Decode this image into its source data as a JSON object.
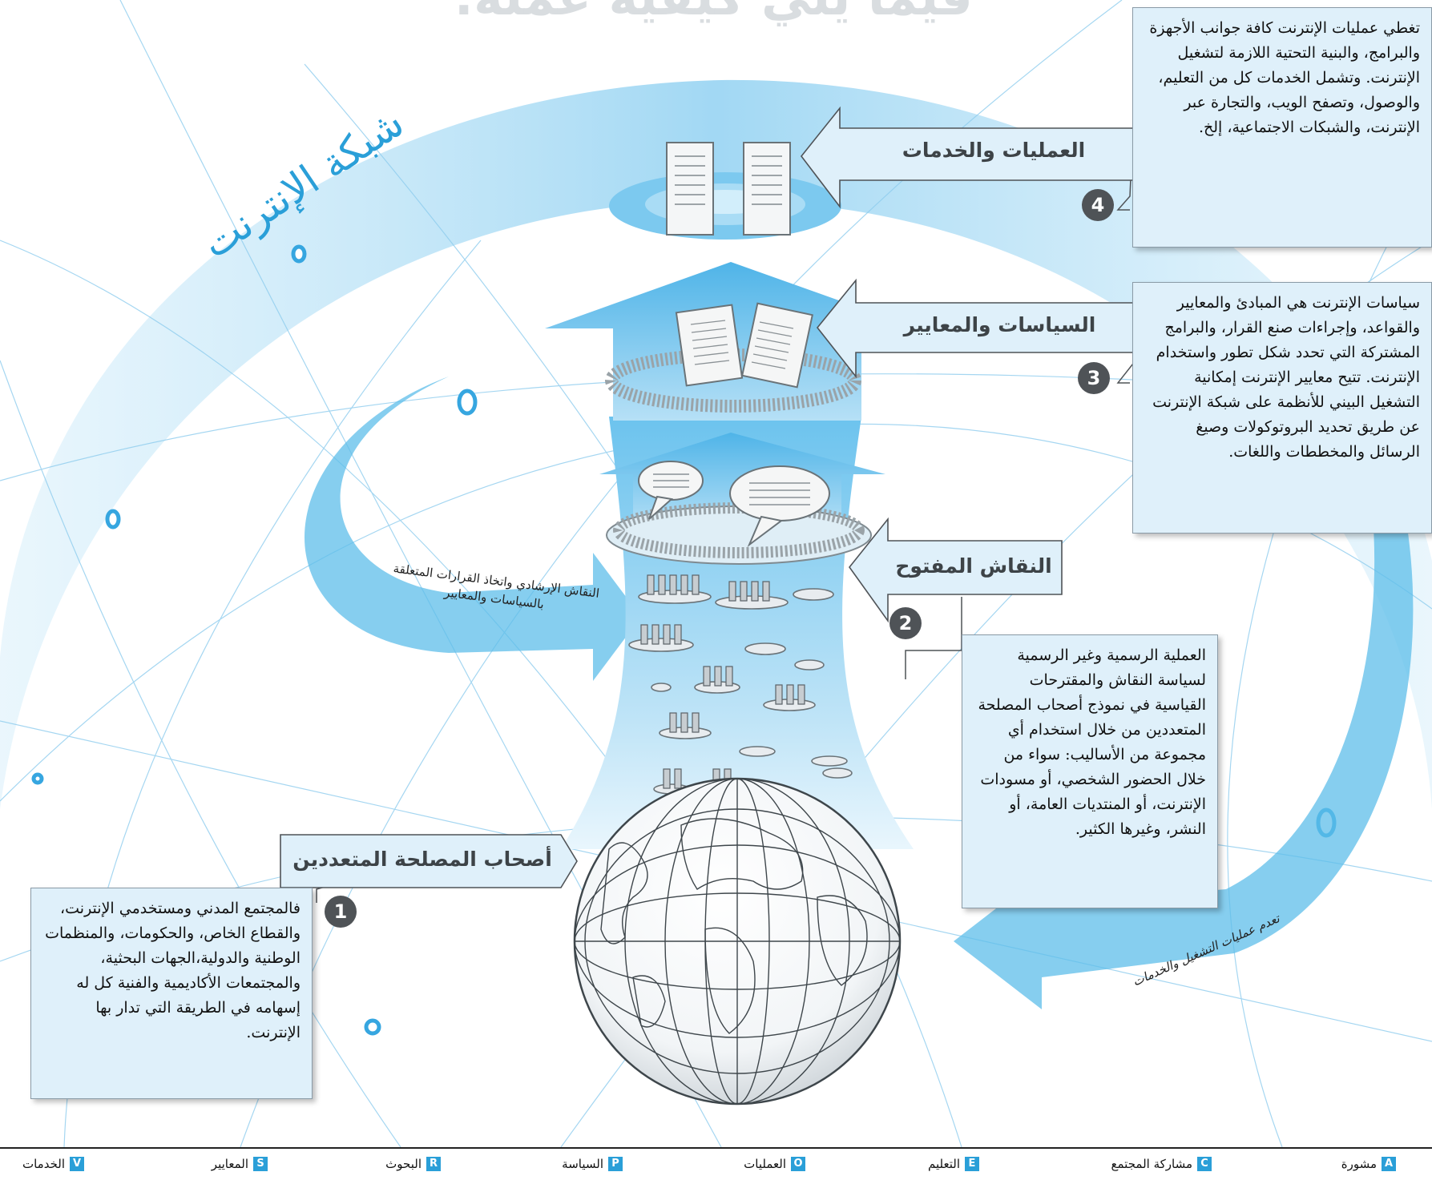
{
  "header": {
    "title": "فيما يلي كيفية عمله:"
  },
  "arc_label": "شبكة الإنترنت",
  "layers": [
    {
      "id": 4,
      "tag": "العمليات والخدمات",
      "text": "تغطي عمليات الإنترنت كافة جوانب الأجهزة والبرامج، والبنية التحتية اللازمة لتشغيل الإنترنت. وتشمل الخدمات كل من التعليم، والوصول، وتصفح الويب، والتجارة عبر الإنترنت، والشبكات الاجتماعية، إلخ."
    },
    {
      "id": 3,
      "tag": "السياسات والمعايير",
      "text": "سياسات الإنترنت هي المبادئ والمعايير والقواعد، وإجراءات صنع القرار، والبرامج المشتركة التي تحدد شكل تطور واستخدام الإنترنت. تتيح معايير الإنترنت إمكانية التشغيل البيني للأنظمة على شبكة الإنترنت عن طريق تحديد البروتوكولات وصيغ الرسائل والمخططات واللغات."
    },
    {
      "id": 2,
      "tag": "النقاش المفتوح",
      "text": "العملية الرسمية وغير الرسمية لسياسة النقاش والمقترحات القياسية في نموذج أصحاب المصلحة المتعددين من خلال استخدام أي مجموعة من الأساليب: سواء من خلال الحضور الشخصي، أو مسودات الإنترنت، أو المنتديات العامة، أو النشر، وغيرها الكثير."
    },
    {
      "id": 1,
      "tag": "أصحاب المصلحة المتعددين",
      "text": "فالمجتمع المدني ومستخدمي الإنترنت، والقطاع الخاص، والحكومات، والمنظمات الوطنية والدولية،الجهات البحثية، والمجتمعات الأكاديمية والفنية كل له إسهامه في الطريقة التي تدار بها الإنترنت."
    }
  ],
  "flows": {
    "left_arrow": "النقاش الإرشادي واتخاذ القرارات المتعلقة بالسياسات والمعايير",
    "right_arrow": "تعدم عمليات التشغيل والخدمات"
  },
  "colors": {
    "accent": "#2a9fd8",
    "panel": "#dff0fa",
    "badge": "#4f5357",
    "tag_text": "#3d4347"
  },
  "legend": [
    {
      "letter": "A",
      "label": "مشورة"
    },
    {
      "letter": "C",
      "label": "مشاركة المجتمع"
    },
    {
      "letter": "E",
      "label": "التعليم"
    },
    {
      "letter": "O",
      "label": "العمليات"
    },
    {
      "letter": "P",
      "label": "السياسة"
    },
    {
      "letter": "R",
      "label": "البحوث"
    },
    {
      "letter": "S",
      "label": "المعايير"
    },
    {
      "letter": "V",
      "label": "الخدمات"
    }
  ]
}
